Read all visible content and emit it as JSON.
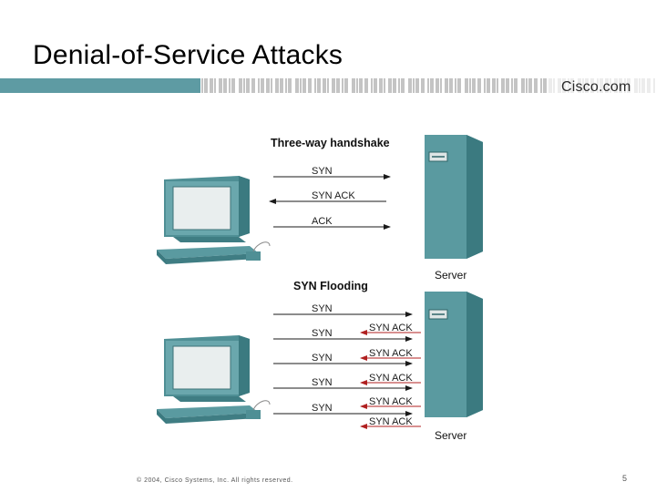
{
  "slide": {
    "title": "Denial-of-Service Attacks",
    "logo": "Cisco.com",
    "footer": "© 2004, Cisco Systems, Inc. All rights reserved.",
    "page_number": "5"
  },
  "handshake": {
    "heading": "Three-way handshake",
    "syn": "SYN",
    "syn_ack": "SYN ACK",
    "ack": "ACK",
    "server_label": "Server"
  },
  "flooding": {
    "heading": "SYN Flooding",
    "syn": "SYN",
    "syn_ack": "SYN ACK",
    "server_label": "Server"
  },
  "colors": {
    "accent_bar": "#5e9ba3",
    "device_teal": "#5a9aa0",
    "attack_arrow": "#b02020"
  },
  "icons": [
    "workstation-icon",
    "server-tower-icon"
  ]
}
